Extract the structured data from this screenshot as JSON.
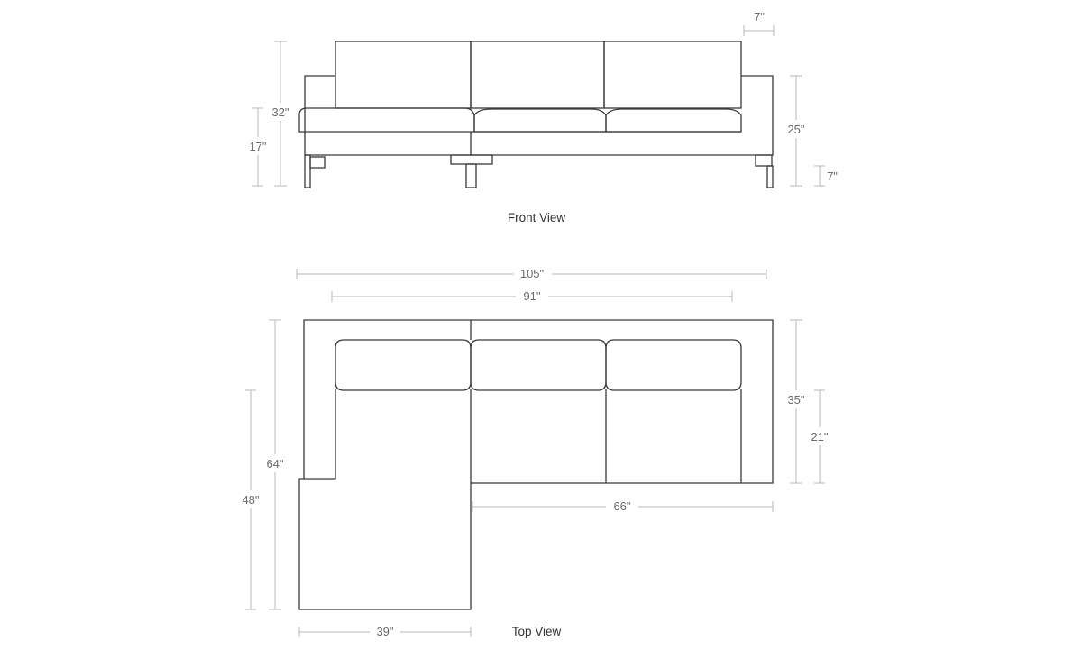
{
  "front_view": {
    "caption": "Front View",
    "dims": {
      "overall_height": "32\"",
      "seat_height": "17\"",
      "arm_height": "25\"",
      "leg_height": "7\"",
      "arm_width": "7\""
    }
  },
  "top_view": {
    "caption": "Top View",
    "dims": {
      "overall_width": "105\"",
      "seat_width": "91\"",
      "overall_depth": "35\"",
      "seat_depth": "21\"",
      "chaise_depth": "64\"",
      "chaise_seat_depth": "48\"",
      "sofa_section_width": "66\"",
      "chaise_width": "39\""
    }
  }
}
